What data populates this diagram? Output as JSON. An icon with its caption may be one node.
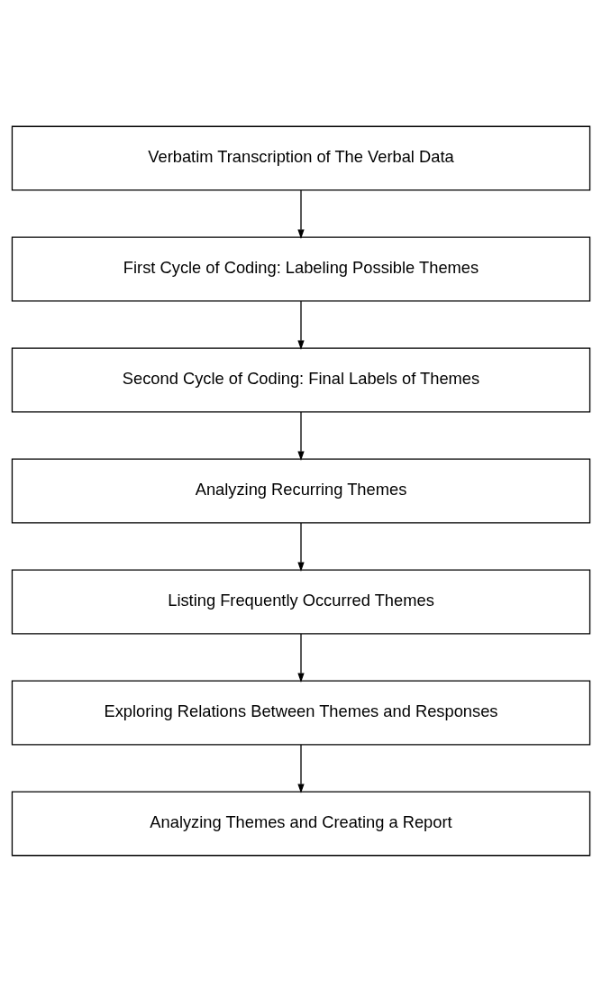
{
  "diagram": {
    "nodes": [
      {
        "text": [
          "Verbatim Transcription of The Verbal Data"
        ]
      },
      {
        "text": [
          "First Cycle of Coding: Labeling Possible Themes"
        ]
      },
      {
        "text": [
          "Second Cycle of Coding: Final Labels of Themes"
        ]
      },
      {
        "text": [
          "Analyzing Recurring Themes"
        ]
      },
      {
        "text": [
          "Listing Frequently Occurred Themes"
        ]
      },
      {
        "text": [
          "Exploring Relations Between Themes and Responses"
        ]
      },
      {
        "text": [
          "Analyzing Themes and Creating a Report"
        ]
      }
    ],
    "edges": [
      {
        "from": 0,
        "to": 1,
        "arrow": "to"
      },
      {
        "from": 1,
        "to": 2,
        "arrow": "to"
      },
      {
        "from": 2,
        "to": 3,
        "arrow": "to"
      },
      {
        "from": 3,
        "to": 4,
        "arrow": "to"
      },
      {
        "from": 4,
        "to": 5,
        "arrow": "to"
      },
      {
        "from": 5,
        "to": 6,
        "arrow": "to"
      }
    ]
  }
}
